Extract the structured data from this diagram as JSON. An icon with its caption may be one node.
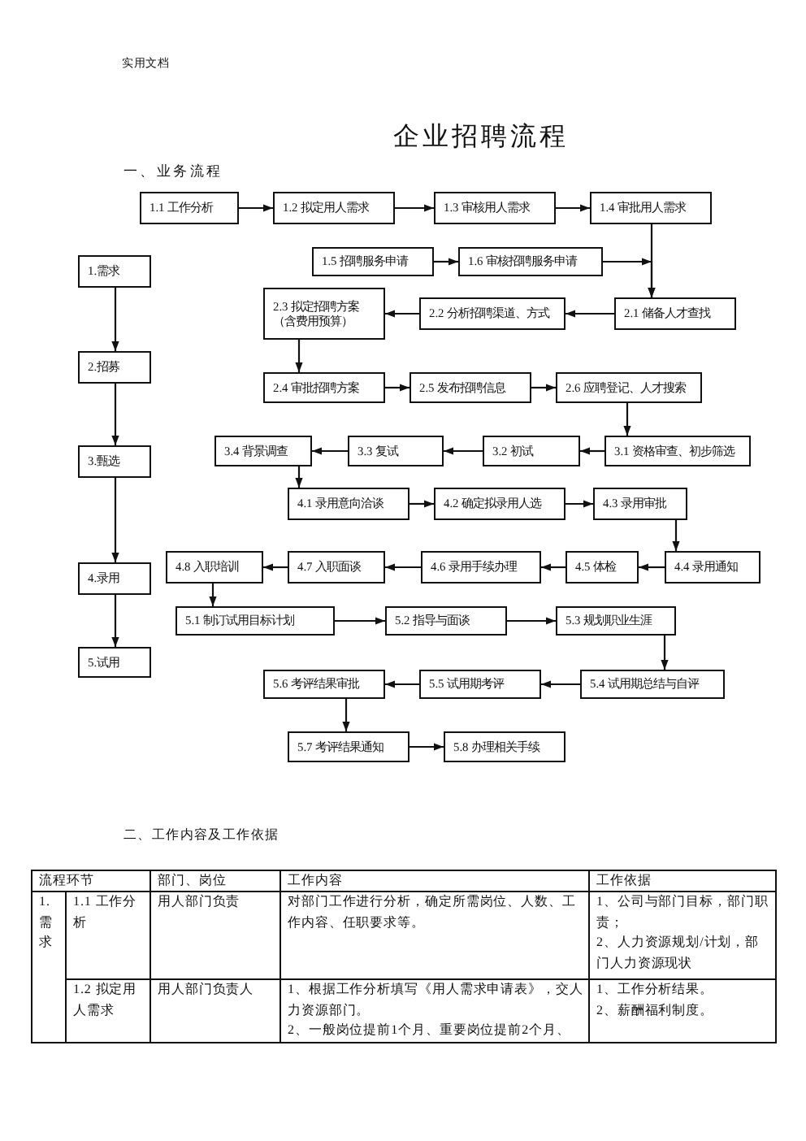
{
  "diagram": {
    "title": "企业招聘流程",
    "nodes": [
      {
        "text": [
          "1.1 工作分析"
        ]
      },
      {
        "text": [
          "1.2 拟定用人需求"
        ]
      },
      {
        "text": [
          "1.3 审核用人需求"
        ]
      },
      {
        "text": [
          "1.4 审批用人需求"
        ]
      },
      {
        "text": [
          "1.需求"
        ]
      },
      {
        "text": [
          "1.5 招聘服务申请"
        ]
      },
      {
        "text": [
          "1.6 审核招聘服务申请"
        ]
      },
      {
        "text": [
          "2.3 拟定招聘方案",
          "（含费用预算）"
        ]
      },
      {
        "text": [
          "2.2 分析招聘渠道、方式"
        ]
      },
      {
        "text": [
          "2.1 储备人才查找"
        ]
      },
      {
        "text": [
          "2.招募"
        ]
      },
      {
        "text": [
          "2.4 审批招聘方案"
        ]
      },
      {
        "text": [
          "2.5 发布招聘信息"
        ]
      },
      {
        "text": [
          "2.6 应聘登记、人才搜索"
        ]
      },
      {
        "text": [
          "3.甄选"
        ]
      },
      {
        "text": [
          "3.4 背景调查"
        ]
      },
      {
        "text": [
          "3.3 复试"
        ]
      },
      {
        "text": [
          "3.2 初试"
        ]
      },
      {
        "text": [
          "3.1 资格审查、初步筛选"
        ]
      },
      {
        "text": [
          "4.1 录用意向洽谈"
        ]
      },
      {
        "text": [
          "4.2 确定拟录用人选"
        ]
      },
      {
        "text": [
          "4.3 录用审批"
        ]
      },
      {
        "text": [
          "4.录用"
        ]
      },
      {
        "text": [
          "4.8 入职培训"
        ]
      },
      {
        "text": [
          "4.7 入职面谈"
        ]
      },
      {
        "text": [
          "4.6 录用手续办理"
        ]
      },
      {
        "text": [
          "4.5 体检"
        ]
      },
      {
        "text": [
          "4.4 录用通知"
        ]
      },
      {
        "text": [
          "5.1 制订试用目标计划"
        ]
      },
      {
        "text": [
          "5.2 指导与面谈"
        ]
      },
      {
        "text": [
          "5.3 规划职业生涯"
        ]
      },
      {
        "text": [
          "5.试用"
        ]
      },
      {
        "text": [
          "5.6 考评结果审批"
        ]
      },
      {
        "text": [
          "5.5 试用期考评"
        ]
      },
      {
        "text": [
          "5.4 试用期总结与自评"
        ]
      },
      {
        "text": [
          "5.7 考评结果通知"
        ]
      },
      {
        "text": [
          "5.8 办理相关手续"
        ]
      }
    ],
    "edges": [
      {
        "from": 0,
        "to": 1,
        "arrow": "to"
      },
      {
        "from": 1,
        "to": 2,
        "arrow": "to"
      },
      {
        "from": 2,
        "to": 3,
        "arrow": "to"
      },
      {
        "from": 3,
        "to": 9,
        "arrow": "to"
      },
      {
        "from": 5,
        "to": 6,
        "arrow": "to"
      },
      {
        "from": 6,
        "to": 9,
        "arrow": "to"
      },
      {
        "from": 9,
        "to": 8,
        "arrow": "to"
      },
      {
        "from": 8,
        "to": 7,
        "arrow": "to"
      },
      {
        "from": 7,
        "to": 11,
        "arrow": "to"
      },
      {
        "from": 11,
        "to": 12,
        "arrow": "to"
      },
      {
        "from": 12,
        "to": 13,
        "arrow": "to"
      },
      {
        "from": 13,
        "to": 18,
        "arrow": "to"
      },
      {
        "from": 18,
        "to": 17,
        "arrow": "to"
      },
      {
        "from": 17,
        "to": 16,
        "arrow": "to"
      },
      {
        "from": 16,
        "to": 15,
        "arrow": "to"
      },
      {
        "from": 15,
        "to": 19,
        "arrow": "to"
      },
      {
        "from": 19,
        "to": 20,
        "arrow": "to"
      },
      {
        "from": 20,
        "to": 21,
        "arrow": "to"
      },
      {
        "from": 21,
        "to": 27,
        "arrow": "to"
      },
      {
        "from": 27,
        "to": 26,
        "arrow": "to"
      },
      {
        "from": 26,
        "to": 25,
        "arrow": "to"
      },
      {
        "from": 25,
        "to": 24,
        "arrow": "to"
      },
      {
        "from": 24,
        "to": 23,
        "arrow": "to"
      },
      {
        "from": 23,
        "to": 28,
        "arrow": "to"
      },
      {
        "from": 28,
        "to": 29,
        "arrow": "to"
      },
      {
        "from": 29,
        "to": 30,
        "arrow": "to"
      },
      {
        "from": 30,
        "to": 34,
        "arrow": "to"
      },
      {
        "from": 34,
        "to": 33,
        "arrow": "to"
      },
      {
        "from": 33,
        "to": 32,
        "arrow": "to"
      },
      {
        "from": 32,
        "to": 35,
        "arrow": "to"
      },
      {
        "from": 35,
        "to": 36,
        "arrow": "to"
      },
      {
        "from": 4,
        "to": 10,
        "arrow": "to"
      },
      {
        "from": 10,
        "to": 14,
        "arrow": "to"
      },
      {
        "from": 14,
        "to": 22,
        "arrow": "to"
      },
      {
        "from": 22,
        "to": 31,
        "arrow": "to"
      }
    ],
    "labels": [
      "实用文档",
      "一、业务流程",
      "二、工作内容及工作依据",
      "流程环节",
      "部门、岗位",
      "工作内容",
      "工作依据",
      "1.需求",
      "1.1 工作分析",
      "用人部门负责",
      "对部门工作进行分析，确定所需岗位、人数、工作内容、任职要求等。",
      "1、公司与部门目标，部门职责；",
      "2、人力资源规划/计划，部门人力资源现状",
      "1.2 拟定用人需求",
      "用人部门负责人",
      "1、根据工作分析填写《用人需求申请表》，交人力资源部门。",
      "2、一般岗位提前1个月、重要岗位提前2个月、",
      "1、工作分析结果。",
      "2、薪酬福利制度。"
    ]
  }
}
